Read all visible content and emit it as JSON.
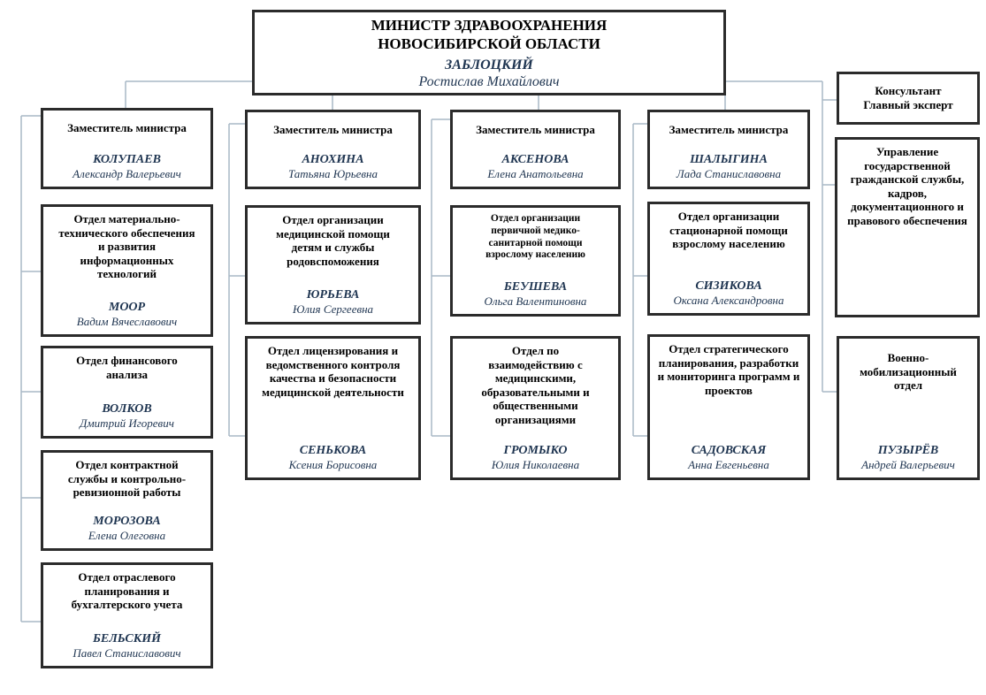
{
  "minister": {
    "title": "МИНИСТР ЗДРАВООХРАНЕНИЯ НОВОСИБИРСКОЙ ОБЛАСТИ",
    "surname": "ЗАБЛОЦКИЙ",
    "given": "Ростислав Михайлович"
  },
  "consultant": {
    "title": "Консультант Главный эксперт"
  },
  "columns": [
    {
      "deputy": {
        "title": "Заместитель министра",
        "surname": "КОЛУПАЕВ",
        "given": "Александр Валерьевич"
      },
      "units": [
        {
          "title": "Отдел материально-технического обеспечения и развития информационных технологий",
          "surname": "МООР",
          "given": "Вадим Вячеславович"
        },
        {
          "title": "Отдел финансового анализа",
          "surname": "ВОЛКОВ",
          "given": "Дмитрий Игоревич"
        },
        {
          "title": "Отдел контрактной службы и контрольно-ревизионной работы",
          "surname": "МОРОЗОВА",
          "given": "Елена Олеговна"
        },
        {
          "title": "Отдел отраслевого планирования и бухгалтерского учета",
          "surname": "БЕЛЬСКИЙ",
          "given": "Павел Станиславович"
        }
      ]
    },
    {
      "deputy": {
        "title": "Заместитель министра",
        "surname": "АНОХИНА",
        "given": "Татьяна Юрьевна"
      },
      "units": [
        {
          "title": "Отдел организации медицинской помощи детям и службы родовспоможения",
          "surname": "ЮРЬЕВА",
          "given": "Юлия Сергеевна"
        },
        {
          "title": "Отдел лицензирования и ведомственного контроля качества и безопасности медицинской деятельности",
          "surname": "СЕНЬКОВА",
          "given": "Ксения Борисовна"
        }
      ]
    },
    {
      "deputy": {
        "title": "Заместитель министра",
        "surname": "АКСЕНОВА",
        "given": "Елена Анатольевна"
      },
      "units": [
        {
          "title": "Отдел организации первичной медико-санитарной помощи взрослому населению",
          "surname": "БЕУШЕВА",
          "given": "Ольга Валентиновна"
        },
        {
          "title": "Отдел по взаимодействию с медицинскими, образовательными и общественными организациями",
          "surname": "ГРОМЫКО",
          "given": "Юлия Николаевна"
        }
      ]
    },
    {
      "deputy": {
        "title": "Заместитель министра",
        "surname": "ШАЛЫГИНА",
        "given": "Лада Станиславовна"
      },
      "units": [
        {
          "title": "Отдел организации стационарной помощи взрослому населению",
          "surname": "СИЗИКОВА",
          "given": "Оксана Александровна"
        },
        {
          "title": "Отдел стратегического планирования, разработки и мониторинга программ и проектов",
          "surname": "САДОВСКАЯ",
          "given": "Анна Евгеньевна"
        }
      ]
    }
  ],
  "side_units": [
    {
      "title": "Управление государственной гражданской службы, кадров, документационного и правового обеспечения",
      "surname": "",
      "given": ""
    },
    {
      "title": "Военно-мобилизационный отдел",
      "surname": "ПУЗЫРЁВ",
      "given": "Андрей Валерьевич"
    }
  ]
}
